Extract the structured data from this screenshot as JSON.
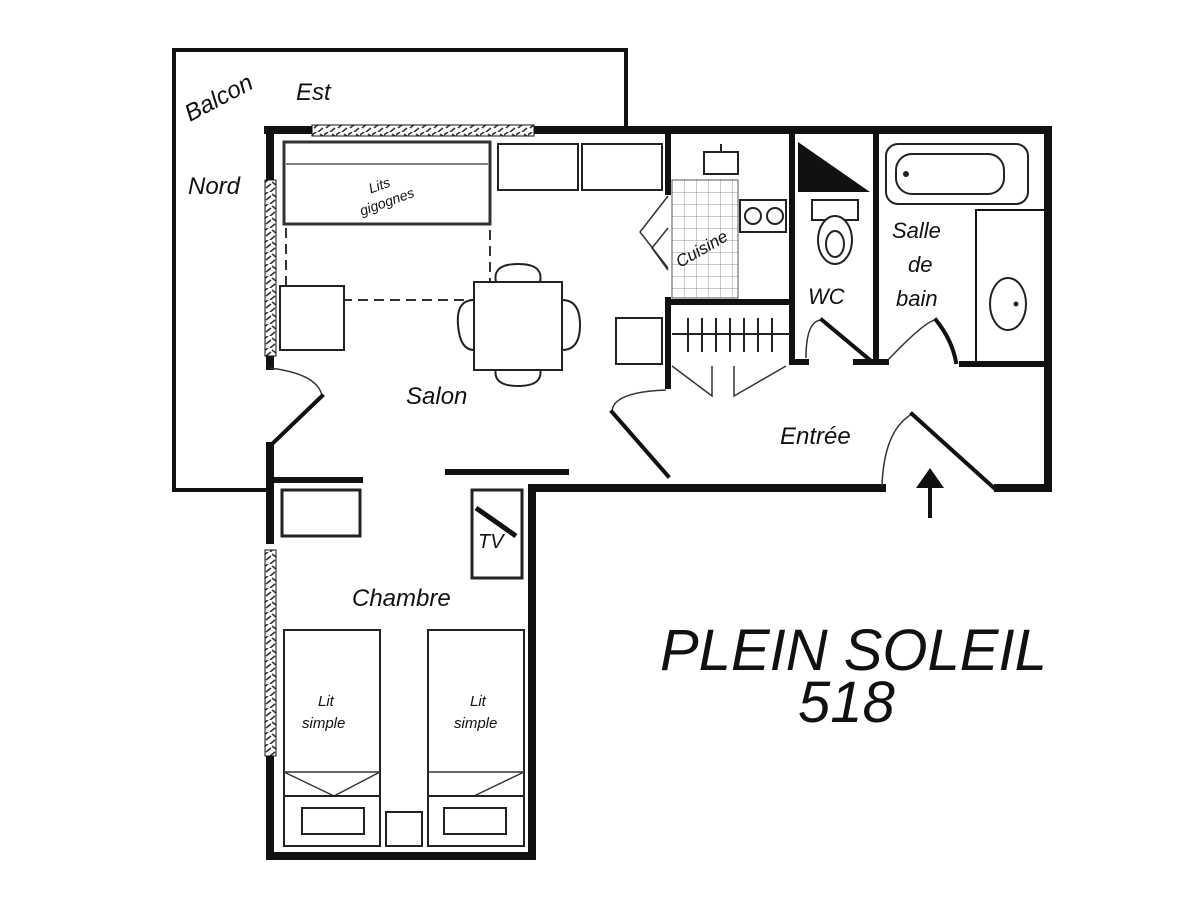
{
  "labels": {
    "balcon": "Balcon",
    "est": "Est",
    "nord": "Nord",
    "lits_gigognes_1": "Lits",
    "lits_gigognes_2": "gigognes",
    "cuisine": "Cuisine",
    "wc": "WC",
    "salle_1": "Salle",
    "salle_2": "de",
    "salle_3": "bain",
    "salon": "Salon",
    "entree": "Entrée",
    "tv": "TV",
    "chambre": "Chambre",
    "lit1_1": "Lit",
    "lit1_2": "simple",
    "lit2_1": "Lit",
    "lit2_2": "simple"
  },
  "title": {
    "line1": "PLEIN SOLEIL",
    "line2": "518"
  }
}
